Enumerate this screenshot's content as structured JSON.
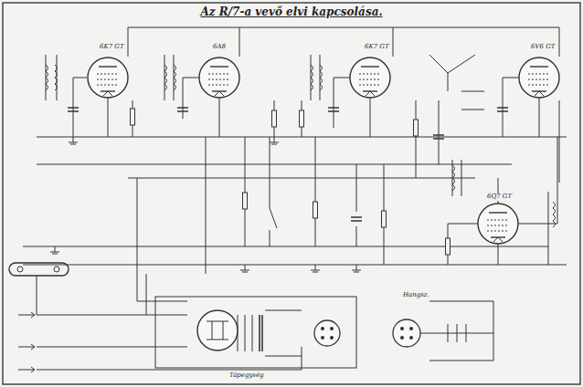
{
  "diagram": {
    "title": "Az R/7-a vevő elvi kapcsolása.",
    "labels": [
      "6K7 GT",
      "6A8",
      "6K7 GT",
      "6V6 GT",
      "6Q7 GT",
      "Hangsz.",
      "Tápegység"
    ]
  }
}
